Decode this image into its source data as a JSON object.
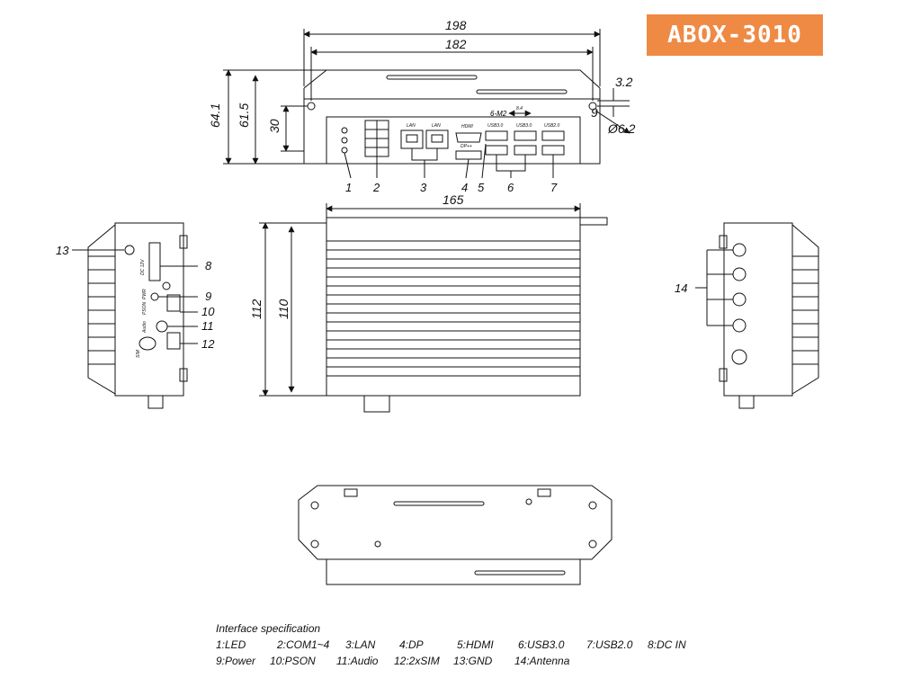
{
  "model": "ABOX-3010",
  "dimensions": {
    "overall_width": "198",
    "inner_width": "182",
    "height_total": "64.1",
    "height_inner": "61.5",
    "mount_spacing": "30",
    "top_offset": "3.2",
    "edge_offset": "9",
    "hole_diameter": "Ø6.2",
    "depth": "165",
    "side_height": "112",
    "side_inner": "110",
    "slot_width": "8.4"
  },
  "front_panel_labels": {
    "lan1": "LAN",
    "lan2": "LAN",
    "hdmi": "HDMI",
    "usb3_a": "USB3.0",
    "usb3_b": "USB3.0",
    "usb2": "USB2.0",
    "dp": "DP++",
    "m2": "6-M2"
  },
  "callouts": [
    "1",
    "2",
    "3",
    "4",
    "5",
    "6",
    "7",
    "8",
    "9",
    "10",
    "11",
    "12",
    "13",
    "14"
  ],
  "side_panel_labels": {
    "dc": "DC 12V",
    "pwr": "PWR",
    "pson": "PSON",
    "audio": "Audio",
    "sim": "SIM"
  },
  "spec": {
    "title": "Interface specification",
    "items": [
      "1:LED",
      "2:COM1~4",
      "3:LAN",
      "4:DP",
      "5:HDMI",
      "6:USB3.0",
      "7:USB2.0",
      "8:DC IN",
      "9:Power",
      "10:PSON",
      "11:Audio",
      "12:2xSIM",
      "13:GND",
      "14:Antenna"
    ]
  }
}
